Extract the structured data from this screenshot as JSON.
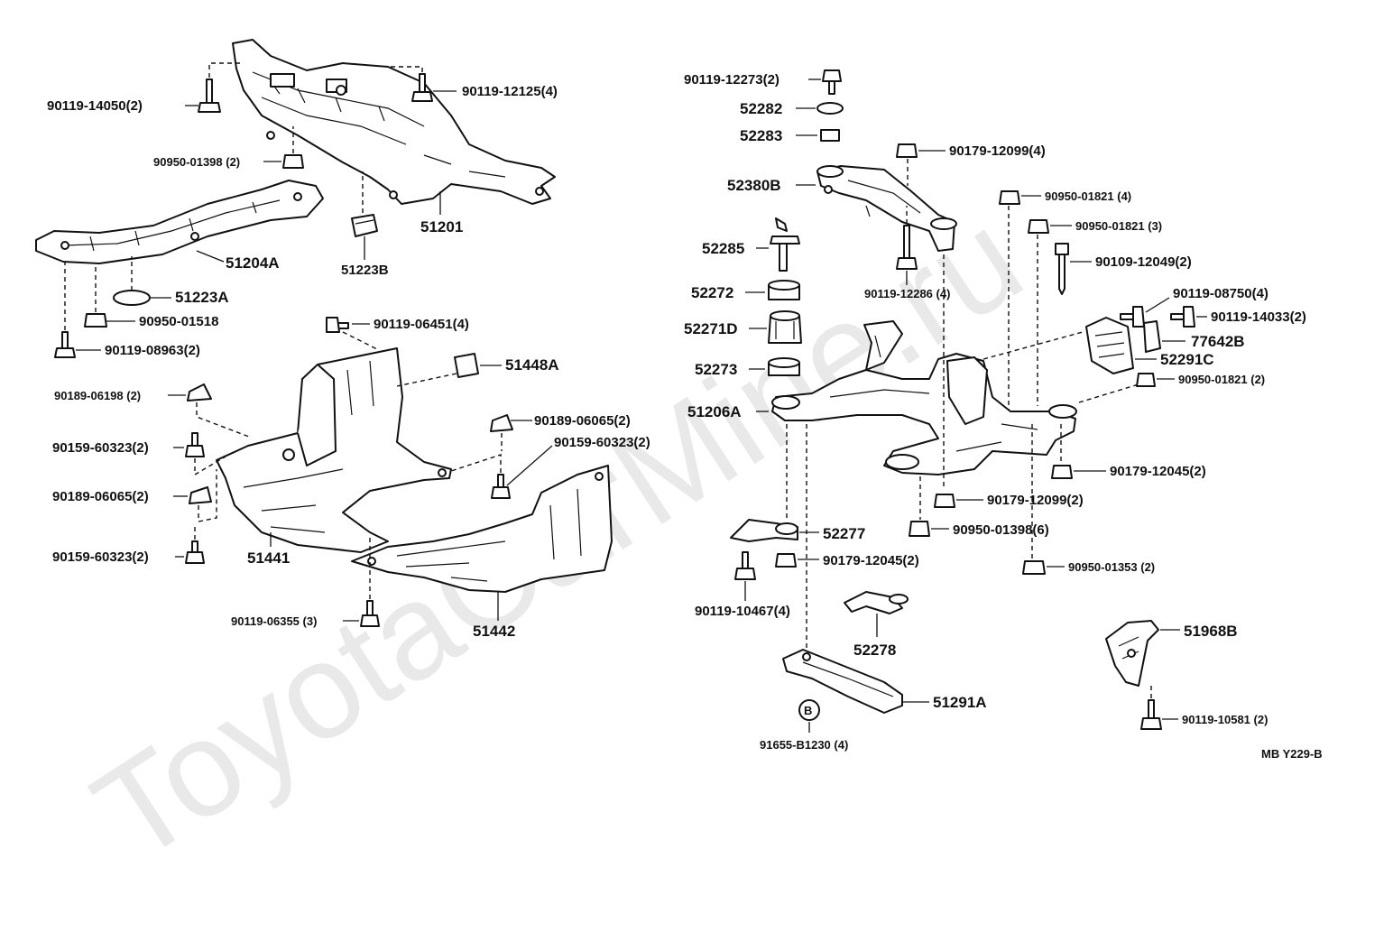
{
  "watermark": "ToyotaCarMine.ru",
  "diagram_code": "MB Y229-B",
  "circle_marker": "B",
  "labels": {
    "l_90119_14050": "90119-14050(2)",
    "l_90119_12125": "90119-12125(4)",
    "l_90950_01398_2": "90950-01398 (2)",
    "l_51201": "51201",
    "l_51204A": "51204A",
    "l_51223B": "51223B",
    "l_51223A": "51223A",
    "l_90950_01518": "90950-01518",
    "l_90119_08963": "90119-08963(2)",
    "l_90119_06451": "90119-06451(4)",
    "l_51448A": "51448A",
    "l_90189_06198": "90189-06198 (2)",
    "l_90189_06065_r": "90189-06065(2)",
    "l_90159_60323_a": "90159-60323(2)",
    "l_90159_60323_r": "90159-60323(2)",
    "l_90189_06065_l": "90189-06065(2)",
    "l_90159_60323_b": "90159-60323(2)",
    "l_51441": "51441",
    "l_90119_06355": "90119-06355 (3)",
    "l_51442": "51442",
    "l_90119_12273": "90119-12273(2)",
    "l_52282": "52282",
    "l_52283": "52283",
    "l_90179_12099_4": "90179-12099(4)",
    "l_52380B": "52380B",
    "l_90950_01821_4": "90950-01821 (4)",
    "l_90950_01821_3": "90950-01821 (3)",
    "l_52285": "52285",
    "l_90109_12049": "90109-12049(2)",
    "l_52272": "52272",
    "l_90119_12286": "90119-12286 (4)",
    "l_90119_08750": "90119-08750(4)",
    "l_90119_14033": "90119-14033(2)",
    "l_52271D": "52271D",
    "l_77642B": "77642B",
    "l_52291C": "52291C",
    "l_52273": "52273",
    "l_90950_01821_2": "90950-01821 (2)",
    "l_51206A": "51206A",
    "l_90179_12045_r": "90179-12045(2)",
    "l_90179_12099_2": "90179-12099(2)",
    "l_90950_01398_6": "90950-01398(6)",
    "l_52277": "52277",
    "l_90179_12045_l": "90179-12045(2)",
    "l_90950_01353": "90950-01353 (2)",
    "l_90119_10467": "90119-10467(4)",
    "l_52278": "52278",
    "l_51968B": "51968B",
    "l_51291A": "51291A",
    "l_91655_B1230": "91655-B1230 (4)",
    "l_90119_10581": "90119-10581 (2)"
  }
}
